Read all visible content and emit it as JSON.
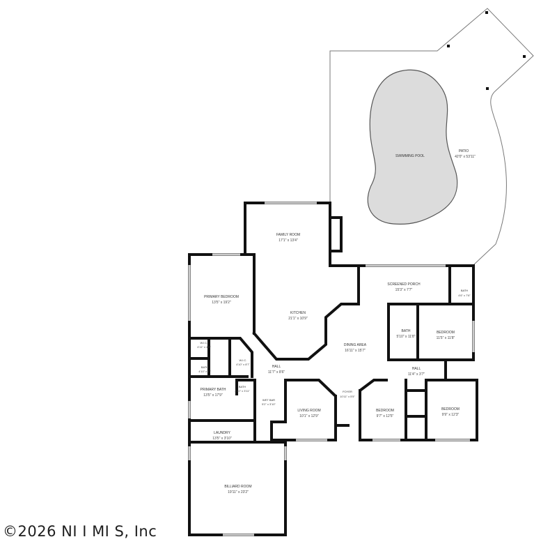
{
  "rooms": {
    "patio": {
      "name": "PATIO",
      "dims": "42'0\" x 53'11\""
    },
    "pool": {
      "name": "SWIMMING POOL"
    },
    "family_room": {
      "name": "FAMILY ROOM",
      "dims": "17'1\" x 13'4\""
    },
    "screened_porch": {
      "name": "SCREENED PORCH",
      "dims": "15'3\" x 7'7\""
    },
    "porch_bath": {
      "name": "BATH",
      "dims": "4'6\" x 7'6\""
    },
    "primary_bedroom": {
      "name": "PRIMARY BEDROOM",
      "dims": "13'5\" x 19'2\""
    },
    "kitchen": {
      "name": "KITCHEN",
      "dims": "21'1\" x 10'9\""
    },
    "bath_hall": {
      "name": "BATH",
      "dims": "5'10\" x 11'8\""
    },
    "bedroom_east": {
      "name": "BEDROOM",
      "dims": "11'5\" x 11'8\""
    },
    "wic_primary": {
      "name": "W.I.C.",
      "dims": "4'11\" x 4'2\""
    },
    "wic_hall": {
      "name": "W.I.C.",
      "dims": "4'10\" x 8'7\""
    },
    "dining": {
      "name": "DINING AREA",
      "dims": "16'11\" x 15'7\""
    },
    "bath_small": {
      "name": "BATH",
      "dims": "4'10\" x 7'\""
    },
    "hall_west": {
      "name": "HALL",
      "dims": "11'7\" x 8'6\""
    },
    "hall_east": {
      "name": "HALL",
      "dims": "11'4\" x 3'7\""
    },
    "primary_bath": {
      "name": "PRIMARY BATH",
      "dims": "13'5\" x 17'9\""
    },
    "bath_wetbar": {
      "name": "BATH",
      "dims": "4'10\" x 3'11\""
    },
    "wet_bar": {
      "name": "WET BAR",
      "dims": "5'2\" x 3'10\""
    },
    "foyer": {
      "name": "FOYER",
      "dims": "10'11\" x 5'5\""
    },
    "living_room": {
      "name": "LIVING ROOM",
      "dims": "10'1\" x 12'9\""
    },
    "bedroom_south": {
      "name": "BEDROOM",
      "dims": "9'7\" x 12'5\""
    },
    "bedroom_southeast": {
      "name": "BEDROOM",
      "dims": "9'9\" x 12'3\""
    },
    "laundry": {
      "name": "LAUNDRY",
      "dims": "13'5\" x 3'10\""
    },
    "billiard_room": {
      "name": "BILLIARD ROOM",
      "dims": "19'11\" x 23'2\""
    }
  },
  "watermark": "©2026 NI I MI S, Inc"
}
